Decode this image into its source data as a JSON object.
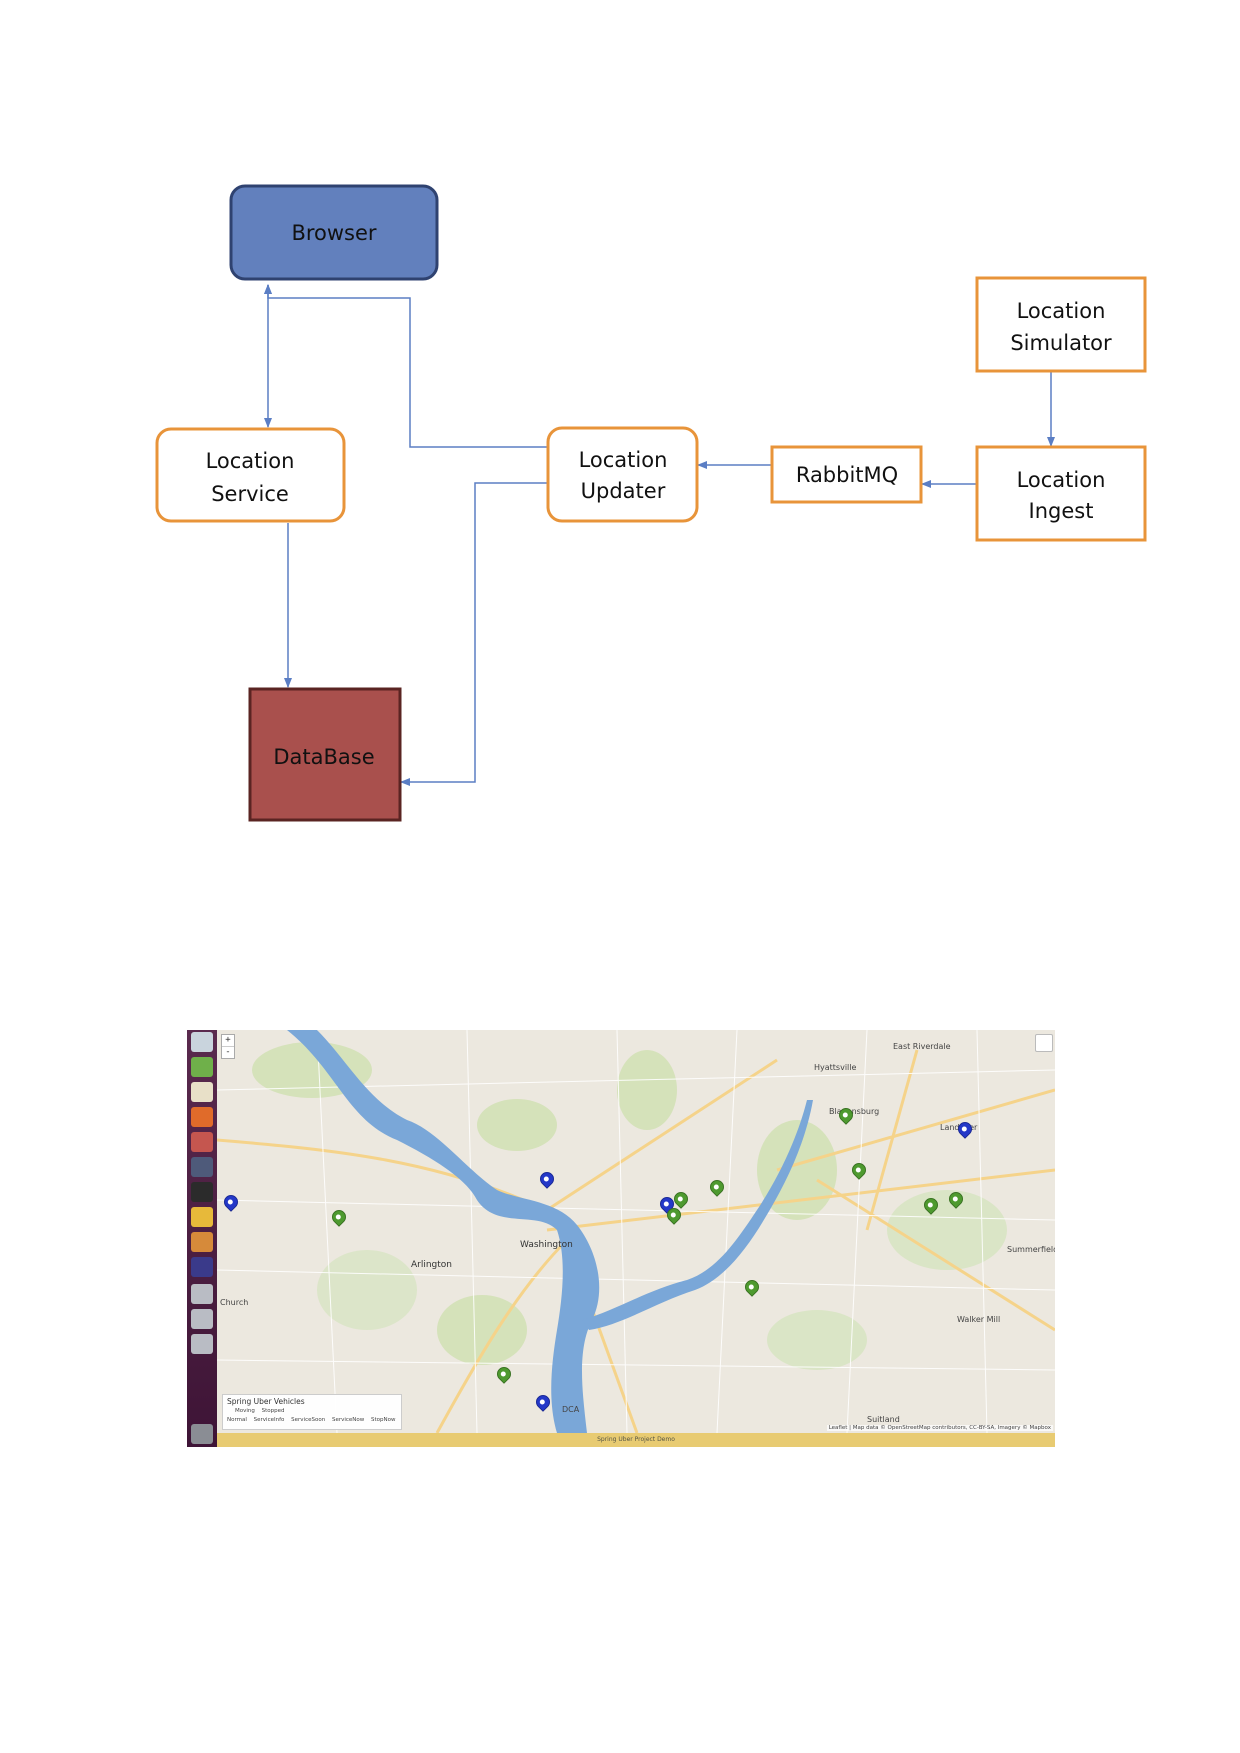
{
  "diagram": {
    "nodes": {
      "browser": {
        "lines": [
          "Browser"
        ]
      },
      "location_service": {
        "lines": [
          "Location",
          "Service"
        ]
      },
      "database": {
        "lines": [
          "DataBase"
        ]
      },
      "location_updater": {
        "lines": [
          "Location",
          "Updater"
        ]
      },
      "rabbitmq": {
        "lines": [
          "RabbitMQ"
        ]
      },
      "location_simulator": {
        "lines": [
          "Location",
          "Simulator"
        ]
      },
      "location_ingest": {
        "lines": [
          "Location",
          "Ingest"
        ]
      }
    },
    "colors": {
      "browser_fill": "#6280bd",
      "browser_border": "#2f4270",
      "database_fill": "#a9504d",
      "database_border": "#5a2422",
      "service_border": "#e8943a",
      "arrow": "#5b7ec4"
    }
  },
  "screenshot": {
    "zoom_in": "+",
    "zoom_out": "-",
    "labels": {
      "washington": "Washington",
      "arlington": "Arlington",
      "hyattsville": "Hyattsville",
      "bladensburg": "Bladensburg",
      "landover": "Landover",
      "east_riverdale": "East Riverdale",
      "summerfield": "Summerfield",
      "walker_mill": "Walker Mill",
      "church": "Church",
      "suitland": "Suitland",
      "dca": "DCA"
    },
    "legend": {
      "title": "Spring Uber Vehicles",
      "row1": [
        "Moving",
        "Stopped"
      ],
      "row2": [
        "Normal",
        "ServiceInfo",
        "ServiceSoon",
        "ServiceNow",
        "StopNow"
      ]
    },
    "attribution": "Leaflet | Map data © OpenStreetMap contributors, CC-BY-SA, Imagery © Mapbox",
    "footer": "Spring Uber Project Demo",
    "marker_colors": {
      "normal": "#4e9a2f",
      "info": "#2438c8"
    }
  }
}
